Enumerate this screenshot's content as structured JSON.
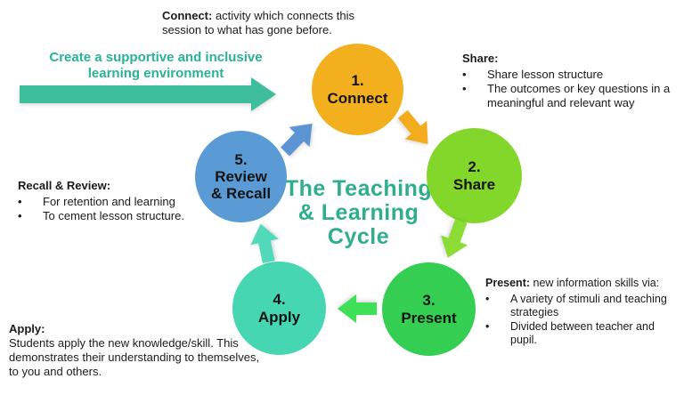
{
  "colors": {
    "circle_connect": "#F3B01E",
    "circle_share": "#83D62A",
    "circle_present": "#33CE52",
    "circle_apply": "#47D6B2",
    "circle_review": "#5B9BD5",
    "arrow_env": "#3EBE9A",
    "arrow_review_to_connect": "#5B93D3",
    "arrow_connect_to_share": "#F3AC1C",
    "arrow_share_to_present": "#8BDC35",
    "arrow_present_to_apply": "#3FDF58",
    "arrow_apply_to_review": "#52D9B9",
    "title_teal": "#2FAE8D",
    "env_label_teal": "#28B394",
    "text_dark": "#1B1B1B"
  },
  "center_title": "The Teaching\n& Learning\nCycle",
  "env_label": "Create a supportive and inclusive learning environment",
  "bullet_glyph": "•",
  "cycle": [
    {
      "number": "1.",
      "label": "Connect"
    },
    {
      "number": "2.",
      "label": "Share"
    },
    {
      "number": "3.",
      "label": "Present"
    },
    {
      "number": "4.",
      "label": "Apply"
    },
    {
      "number": "5.",
      "label": "Review\n& Recall"
    }
  ],
  "annotations": {
    "connect": {
      "heading": "Connect:",
      "body": " activity which connects this session to what has gone before."
    },
    "share": {
      "heading": "Share:",
      "bullets": [
        "Share lesson structure",
        "The outcomes or key questions in a meaningful and relevant way"
      ]
    },
    "present": {
      "heading": "Present:",
      "intro": " new information skills via:",
      "bullets": [
        "A variety of stimuli and teaching strategies",
        "Divided between teacher and pupil."
      ]
    },
    "apply": {
      "heading": "Apply:",
      "body": "Students apply the new knowledge/skill. This demonstrates their understanding to themselves, to you and others."
    },
    "review": {
      "heading": "Recall & Review:",
      "bullets": [
        "For retention and learning",
        "To cement lesson structure."
      ]
    }
  }
}
